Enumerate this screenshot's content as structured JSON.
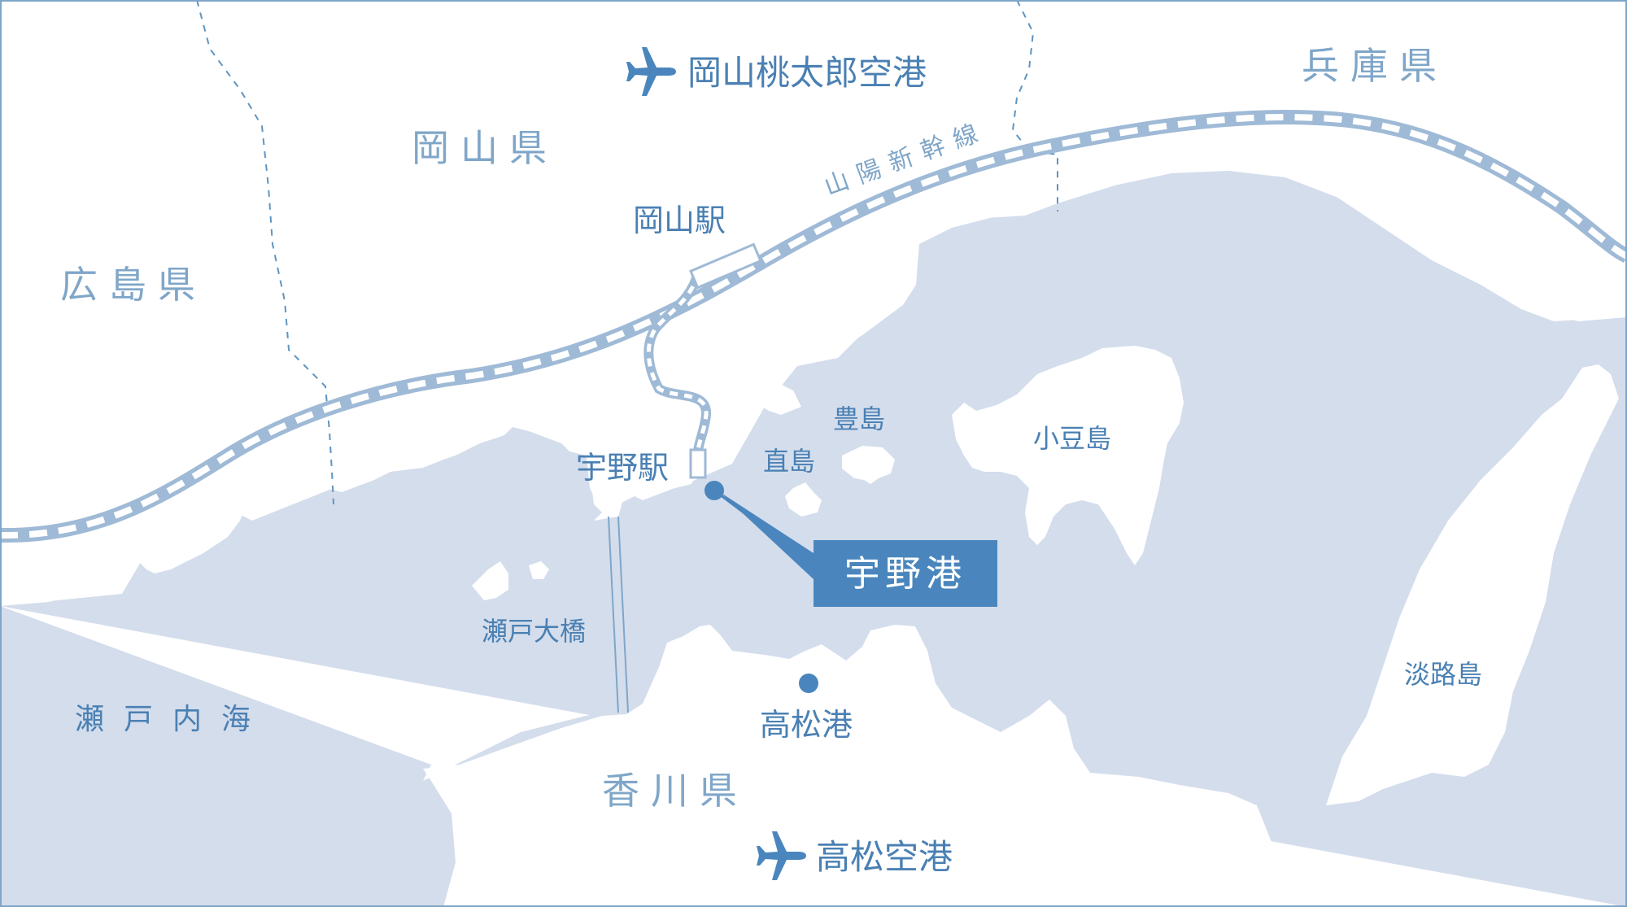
{
  "colors": {
    "sea": "#d4ddec",
    "land": "#ffffff",
    "rail_light": "#9fbad6",
    "rail_dash": "#ffffff",
    "boundary": "#5f94c0",
    "region_label": "#7fa6c8",
    "place_label": "#4a80b3",
    "marker": "#4a86bd",
    "callout_bg": "#4a86bd",
    "callout_text": "#ffffff",
    "frame": "#7fa6c8"
  },
  "airports": {
    "okayama": {
      "name": "岡山桃太郎空港",
      "icon": "airplane-icon"
    },
    "takamatsu": {
      "name": "高松空港",
      "icon": "airplane-icon"
    }
  },
  "prefectures": {
    "okayama": "岡山県",
    "hyogo": "兵庫県",
    "hiroshima": "広島県",
    "kagawa": "香川県"
  },
  "railway": {
    "shinkansen": "山陽新幹線",
    "okayama_station": "岡山駅",
    "uno_station": "宇野駅"
  },
  "places": {
    "seto_inland_sea": "瀬戸内海",
    "seto_ohashi": "瀬戸大橋",
    "teshima": "豊島",
    "naoshima": "直島",
    "shodoshima": "小豆島",
    "awajishima": "淡路島"
  },
  "ports": {
    "uno": "宇野港",
    "takamatsu": "高松港"
  }
}
